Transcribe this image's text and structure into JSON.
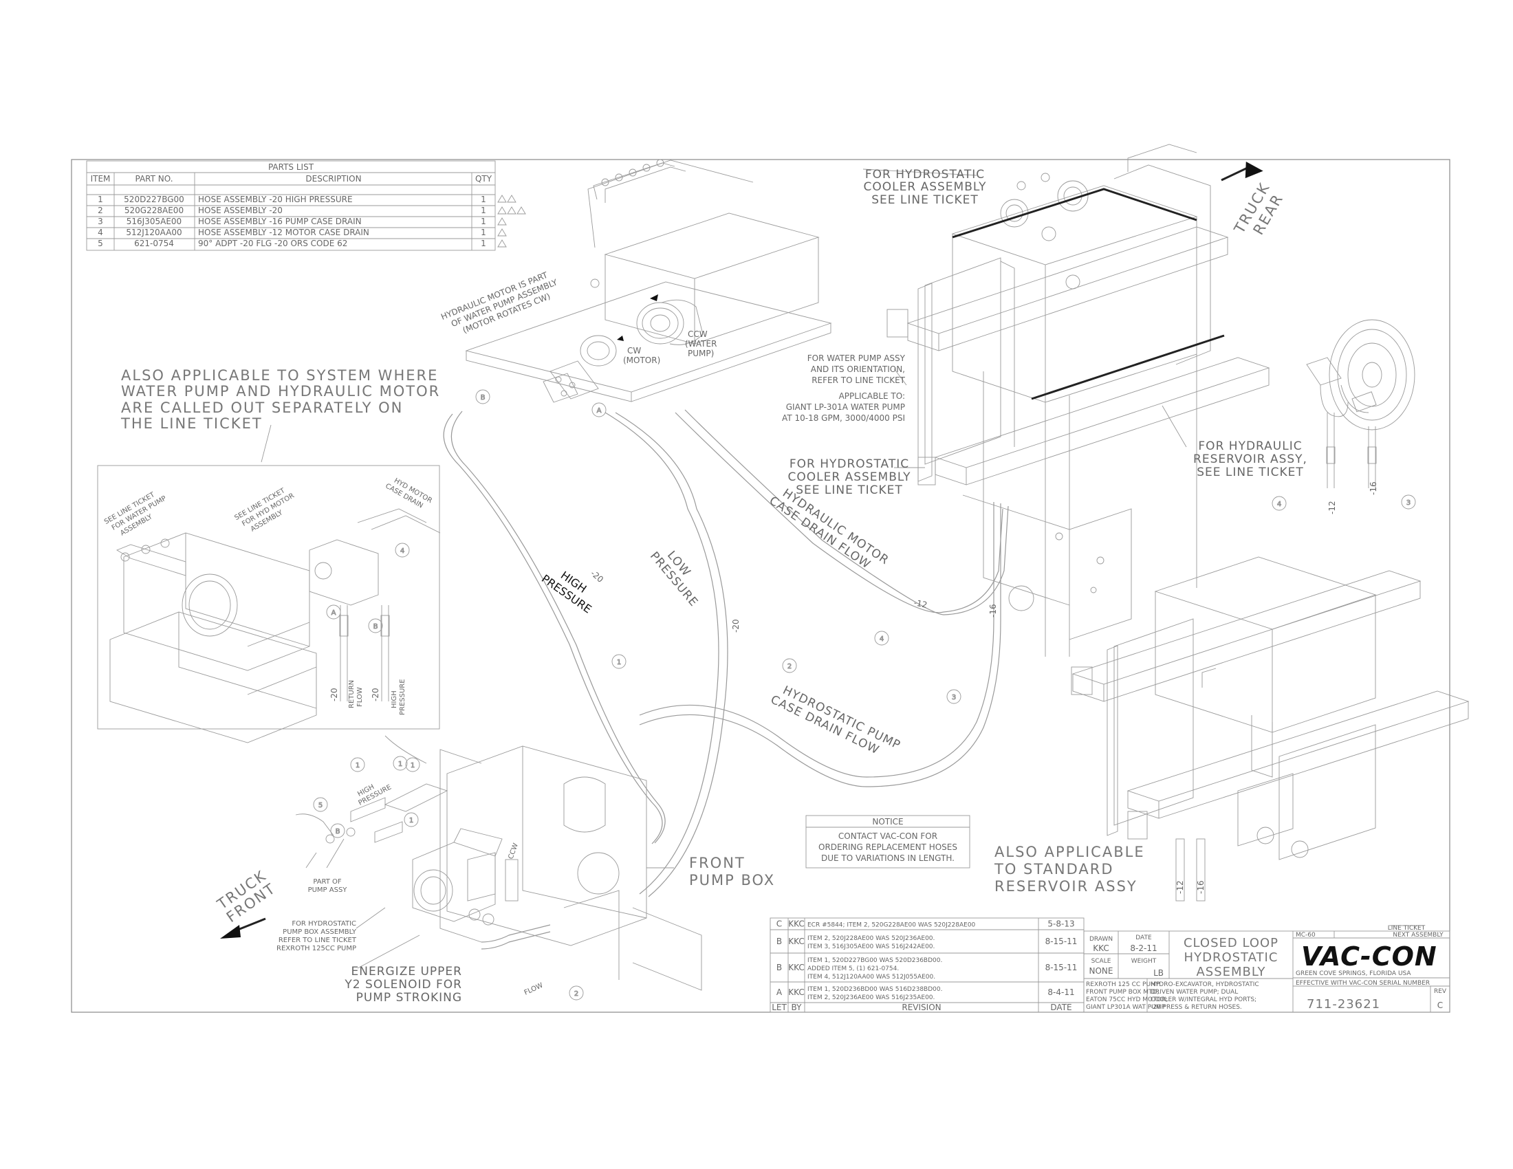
{
  "parts_list": {
    "title": "PARTS LIST",
    "headers": [
      "ITEM",
      "PART NO.",
      "DESCRIPTION",
      "QTY"
    ],
    "rows": [
      {
        "item": "1",
        "part_no": "520D227BG00",
        "description": "HOSE ASSEMBLY -20   HIGH PRESSURE",
        "qty": "1"
      },
      {
        "item": "2",
        "part_no": "520G228AE00",
        "description": "HOSE ASSEMBLY -20",
        "qty": "1"
      },
      {
        "item": "3",
        "part_no": "516J305AE00",
        "description": "HOSE ASSEMBLY -16   PUMP CASE DRAIN",
        "qty": "1"
      },
      {
        "item": "4",
        "part_no": "512J120AA00",
        "description": "HOSE ASSEMBLY -12   MOTOR CASE DRAIN",
        "qty": "1"
      },
      {
        "item": "5",
        "part_no": "621-0754",
        "description": "90° ADPT -20 FLG -20 ORS CODE 62",
        "qty": "1"
      }
    ]
  },
  "notes": {
    "also_system": [
      "ALSO APPLICABLE TO SYSTEM WHERE",
      "WATER PUMP AND HYDRAULIC MOTOR",
      "ARE CALLED OUT SEPARATELY ON",
      "THE LINE TICKET"
    ],
    "hyd_motor_part": [
      "HYDRAULIC MOTOR IS PART",
      "OF WATER PUMP ASSEMBLY",
      "(MOTOR ROTATES CW)"
    ],
    "cooler_top": [
      "FOR HYDROSTATIC",
      "COOLER ASSEMBLY",
      "SEE LINE TICKET"
    ],
    "cooler_mid": [
      "FOR HYDROSTATIC",
      "COOLER ASSEMBLY",
      "SEE LINE TICKET"
    ],
    "water_pump": [
      "FOR WATER PUMP ASSY",
      "AND ITS ORIENTATION,",
      "REFER TO LINE TICKET"
    ],
    "applicable": [
      "APPLICABLE TO:",
      "GIANT LP-301A WATER PUMP",
      "AT 10-18 GPM, 3000/4000 PSI"
    ],
    "reservoir": [
      "FOR HYDRAULIC",
      "RESERVOIR ASSY,",
      "SEE LINE TICKET"
    ],
    "also_standard": [
      "ALSO APPLICABLE",
      "TO STANDARD",
      "RESERVOIR ASSY"
    ],
    "notice_title": "NOTICE",
    "notice_body": [
      "CONTACT VAC-CON FOR",
      "ORDERING REPLACEMENT HOSES",
      "DUE TO VARIATIONS IN LENGTH."
    ],
    "front_pump_box": [
      "FRONT",
      "PUMP BOX"
    ],
    "energize": [
      "ENERGIZE UPPER",
      "Y2 SOLENOID FOR",
      "PUMP STROKING"
    ],
    "pump_box_assy": [
      "FOR HYDROSTATIC",
      "PUMP BOX ASSEMBLY",
      "REFER TO LINE TICKET",
      "REXROTH 125CC PUMP"
    ],
    "part_of_pump": [
      "PART OF",
      "PUMP ASSY"
    ],
    "truck_rear": [
      "TRUCK",
      "REAR"
    ],
    "truck_front": [
      "TRUCK",
      "FRONT"
    ],
    "high_pressure": [
      "HIGH",
      "PRESSURE"
    ],
    "low_pressure": [
      "LOW",
      "PRESSURE"
    ],
    "motor_drain": [
      "HYDRAULIC MOTOR",
      "CASE DRAIN FLOW"
    ],
    "pump_drain": [
      "HYDROSTATIC PUMP",
      "CASE DRAIN FLOW"
    ],
    "ccw_water": [
      "CCW",
      "(WATER",
      "PUMP)"
    ],
    "cw_motor": [
      "CW",
      "(MOTOR)"
    ],
    "ccw": "CCW",
    "flow": "FLOW",
    "inset_water": [
      "SEE LINE TICKET",
      "FOR WATER PUMP",
      "ASSEMBLY"
    ],
    "inset_motor": [
      "SEE LINE TICKET",
      "FOR HYD MOTOR",
      "ASSEMBLY"
    ],
    "inset_drain": [
      "HYD MOTOR",
      "CASE DRAIN"
    ],
    "inset_return": [
      "RETURN",
      "FLOW"
    ],
    "inset_high": [
      "HIGH",
      "PRESSURE"
    ],
    "inset_sizes": [
      "-20",
      "-20"
    ],
    "hp_small": [
      "HIGH",
      "PRESSURE"
    ],
    "hose_sizes": {
      "hp": "-20",
      "lp": "-20",
      "motor": "-12",
      "pump": "-16",
      "r12": "-12",
      "r16": "-16",
      "b12": "-12",
      "b16": "-16"
    }
  },
  "callouts": [
    "1",
    "2",
    "3",
    "4",
    "5",
    "A",
    "B"
  ],
  "revisions": {
    "headers": [
      "LET",
      "BY",
      "REVISION",
      "DATE"
    ],
    "rows": [
      {
        "let": "C",
        "by": "KKC",
        "lines": [
          "ECR #5844; ITEM 2, 520G228AE00 WAS 520J228AE00"
        ],
        "date": "5-8-13"
      },
      {
        "let": "B",
        "by": "KKC",
        "lines": [
          "ITEM 2, 520J228AE00 WAS 520J236AE00.",
          "ITEM 3, 516J305AE00 WAS 516J242AE00."
        ],
        "date": "8-15-11"
      },
      {
        "let": "B",
        "by": "KKC",
        "lines": [
          "ITEM 1, 520D227BG00 WAS 520D236BD00.",
          "ADDED ITEM 5, (1) 621-0754.",
          "ITEM 4, 512J120AA00 WAS 512J055AE00."
        ],
        "date": "8-15-11"
      },
      {
        "let": "A",
        "by": "KKC",
        "lines": [
          "ITEM 1, 520D236BD00 WAS 516D238BD00.",
          "ITEM 2, 520J236AE00 WAS 516J235AE00."
        ],
        "date": "8-4-11"
      }
    ]
  },
  "title_block": {
    "drawn_label": "DRAWN",
    "drawn": "KKC",
    "date_label": "DATE",
    "date": "8-2-11",
    "scale_label": "SCALE",
    "scale": "NONE",
    "weight_label": "WEIGHT",
    "weight_unit": "LB",
    "title": [
      "CLOSED LOOP",
      "HYDROSTATIC",
      "ASSEMBLY"
    ],
    "left_desc": [
      "REXROTH 125 CC PUMP",
      "FRONT PUMP BOX MTD;",
      "EATON 75CC HYD MOTOR;",
      "GIANT LP301A WAT PUMP"
    ],
    "right_desc": [
      "HYDRO-EXCAVATOR, HYDROSTATIC",
      "DRIVEN WATER PUMP; DUAL",
      "COOLER W/INTEGRAL HYD PORTS;",
      "-20 PRESS & RETURN HOSES."
    ],
    "model": "MC-60",
    "line_ticket": "LINE TICKET",
    "next_assembly": "NEXT ASSEMBLY",
    "brand": "VAC-CON",
    "location": "GREEN COVE SPRINGS, FLORIDA USA",
    "effective": "EFFECTIVE WITH VAC-CON SERIAL NUMBER",
    "drawing_no": "711-23621",
    "rev_label": "REV",
    "rev": "C"
  }
}
